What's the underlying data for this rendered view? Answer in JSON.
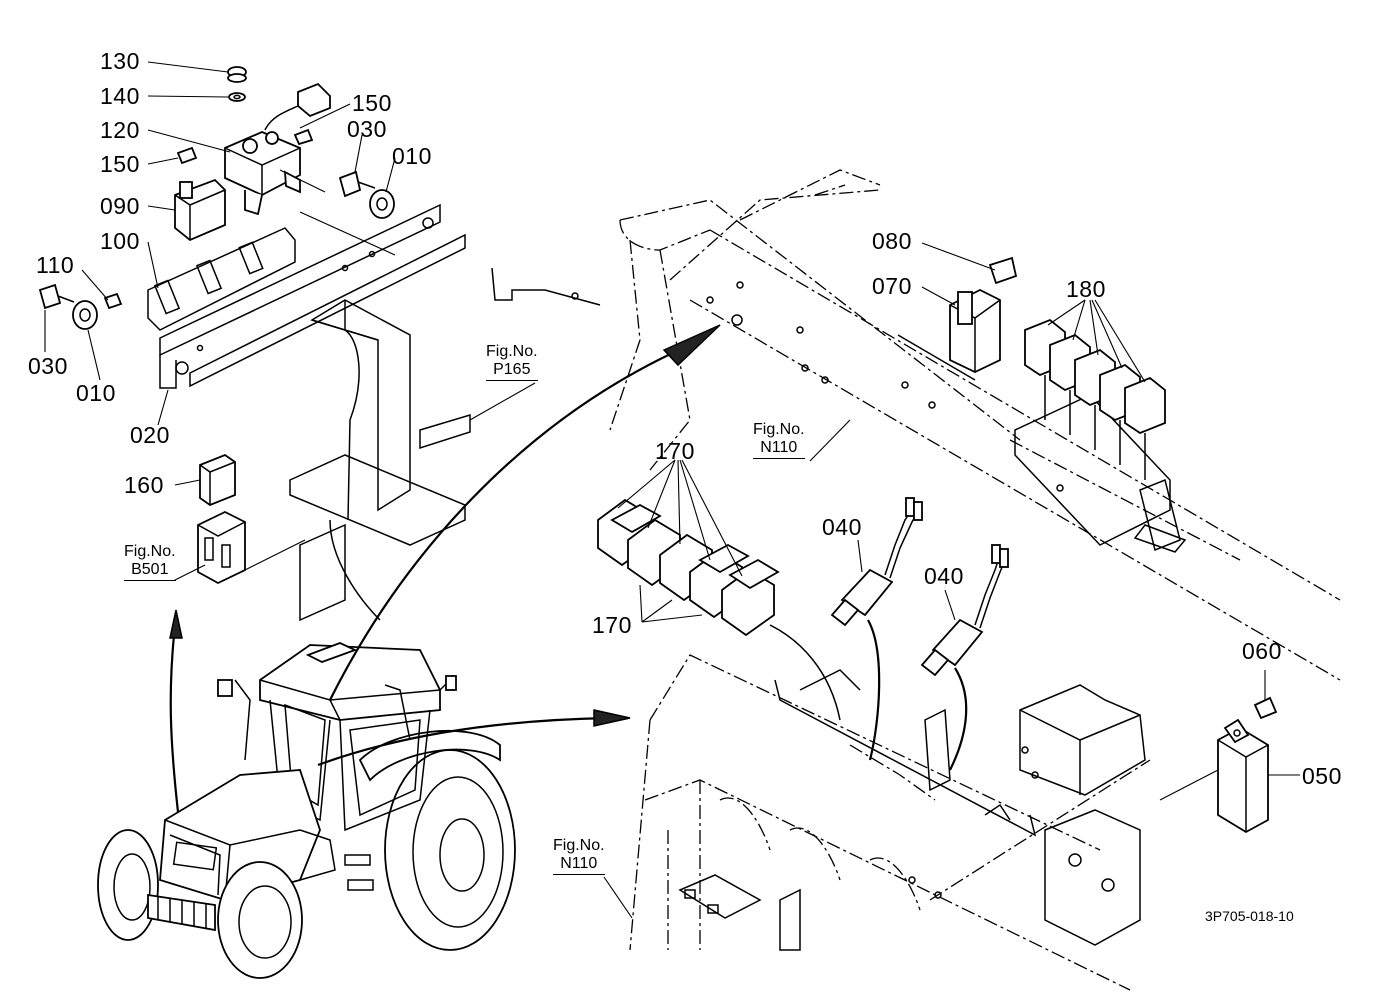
{
  "callouts": {
    "c130": "130",
    "c140": "140",
    "c150a": "150",
    "c120": "120",
    "c150b": "150",
    "c030a": "030",
    "c010a": "010",
    "c090": "090",
    "c100": "100",
    "c110": "110",
    "c030b": "030",
    "c010b": "010",
    "c020": "020",
    "c080": "080",
    "c070": "070",
    "c180": "180",
    "c160": "160",
    "c170a": "170",
    "c170b": "170",
    "c040a": "040",
    "c040b": "040",
    "c060": "060",
    "c050": "050"
  },
  "figure_refs": {
    "p165": {
      "label": "Fig.No.",
      "code": "P165"
    },
    "n110a": {
      "label": "Fig.No.",
      "code": "N110"
    },
    "b501": {
      "label": "Fig.No.",
      "code": "B501"
    },
    "n110b": {
      "label": "Fig.No.",
      "code": "N110"
    }
  },
  "document_id": "3P705-018-10"
}
